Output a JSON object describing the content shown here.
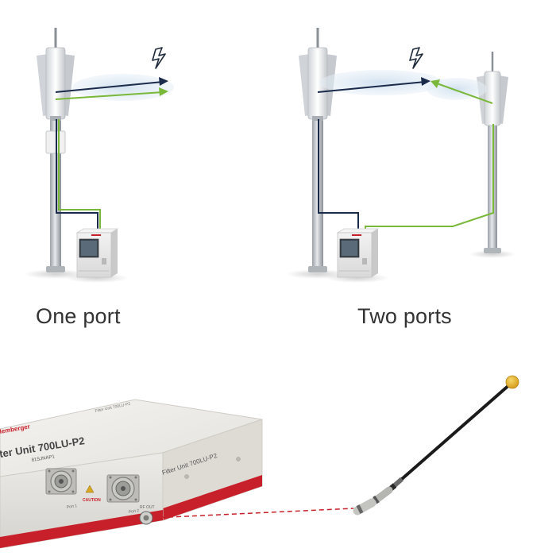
{
  "captions": {
    "one_port": "One port",
    "two_ports": "Two ports"
  },
  "device": {
    "brand_fragment": "lemberger",
    "model_fragment": "ter Unit 700LU-P2",
    "serial_fragment": "81SJNAP1",
    "top_label": "Filter Unit 700LU-P2",
    "port1_label": "Port 1",
    "port2_label": "Port 2",
    "caution_label": "CAUTION",
    "rf_out_label": "RF OUT"
  },
  "colors": {
    "green_cable": "#7ab83a",
    "navy_cable": "#1a2a4a",
    "beam_fill": "#dbe8f3",
    "red_accent": "#c8202a",
    "probe_tip": "#e8b830"
  }
}
